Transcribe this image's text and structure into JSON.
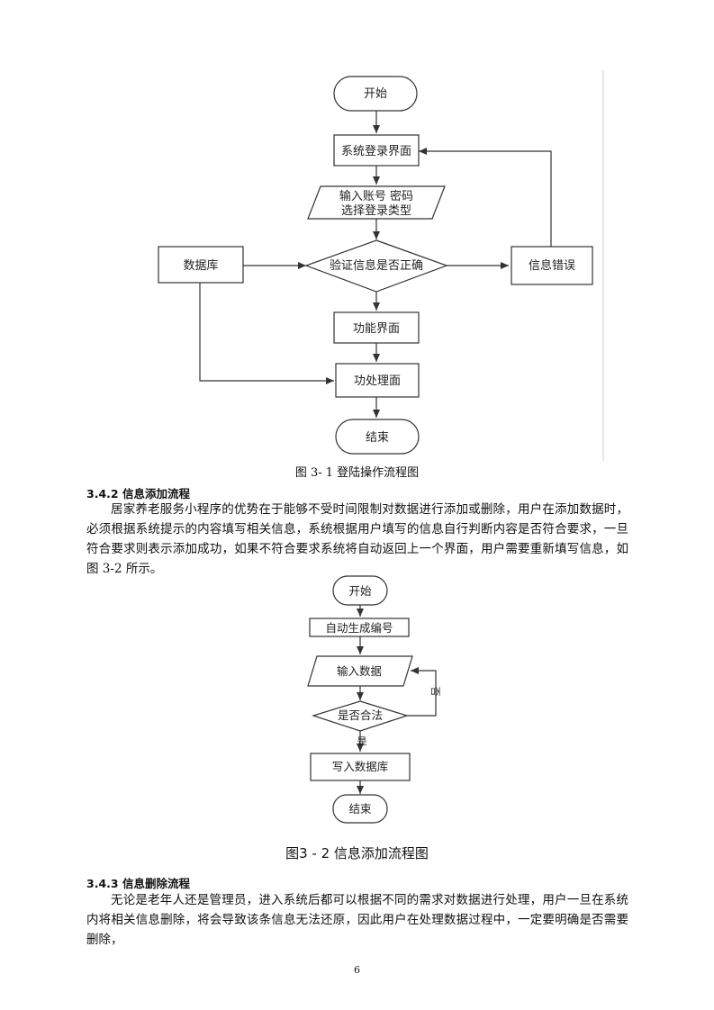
{
  "flowchart1": {
    "start": "开始",
    "login_screen": "系统登录界面",
    "input_line1": "输入账号 密码",
    "input_line2": "选择登录类型",
    "database": "数据库",
    "verify": "验证信息是否正确",
    "error": "信息错误",
    "function_screen": "功能界面",
    "process_screen": "功处理面",
    "end": "结束",
    "caption": "图 3- 1  登陆操作流程图"
  },
  "section_342": {
    "heading": "3.4.2 信息添加流程",
    "paragraph": "居家养老服务小程序的优势在于能够不受时间限制对数据进行添加或删除，用户在添加数据时，必须根据系统提示的内容填写相关信息，系统根据用户填写的信息自行判断内容是否符合要求，一旦符合要求则表示添加成功，如果不符合要求系统将自动返回上一个界面，用户需要重新填写信息，如图 3-2 所示。"
  },
  "flowchart2": {
    "start": "开始",
    "auto_id": "自动生成编号",
    "input": "输入数据",
    "legal": "是否合法",
    "no": "否",
    "yes": "是",
    "write_db": "写入数据库",
    "end": "结束",
    "caption": "图3 - 2 信息添加流程图"
  },
  "section_343": {
    "heading": "3.4.3 信息删除流程",
    "paragraph": "无论是老年人还是管理员，进入系统后都可以根据不同的需求对数据进行处理，用户一旦在系统内将相关信息删除，将会导致该条信息无法还原，因此用户在处理数据过程中，一定要明确是否需要删除，"
  },
  "page_number": "6"
}
